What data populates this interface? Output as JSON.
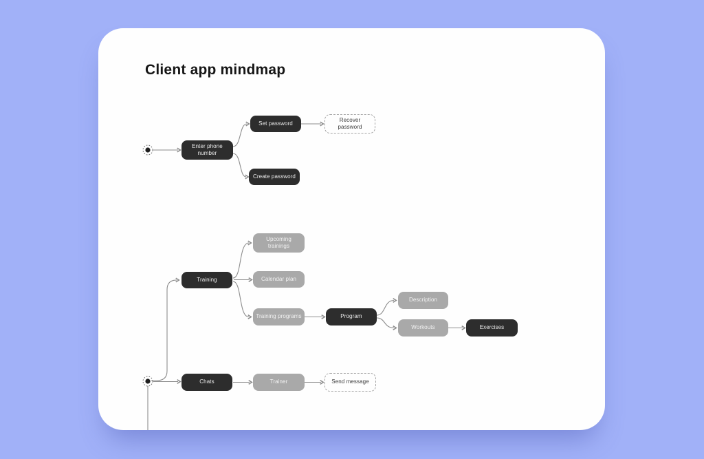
{
  "title": "Client app mindmap",
  "colors": {
    "background": "#a1b1f8",
    "card": "#fefefe",
    "title_text": "#151515",
    "node_dark_bg": "#2d2d2d",
    "node_dark_text": "#eaeaea",
    "node_gray_bg": "#a9a9a9",
    "node_gray_text": "#f2f2f2",
    "node_outline_border": "#a3a3a3",
    "node_outline_text": "#3a3a3a",
    "connector": "#8c8c8c"
  },
  "nodes": [
    {
      "id": "enter-phone-number",
      "label": "Enter phone number",
      "style": "dark"
    },
    {
      "id": "set-password",
      "label": "Set password",
      "style": "dark"
    },
    {
      "id": "recover-password",
      "label": "Recover password",
      "style": "outlined"
    },
    {
      "id": "create-password",
      "label": "Create password",
      "style": "dark"
    },
    {
      "id": "training",
      "label": "Training",
      "style": "dark"
    },
    {
      "id": "upcoming-trainings",
      "label": "Upcoming trainings",
      "style": "gray"
    },
    {
      "id": "calendar-plan",
      "label": "Calendar plan",
      "style": "gray"
    },
    {
      "id": "training-programs",
      "label": "Training programs",
      "style": "gray"
    },
    {
      "id": "program",
      "label": "Program",
      "style": "dark"
    },
    {
      "id": "description",
      "label": "Description",
      "style": "gray"
    },
    {
      "id": "workouts",
      "label": "Workouts",
      "style": "gray"
    },
    {
      "id": "exercises",
      "label": "Exercises",
      "style": "dark"
    },
    {
      "id": "chats",
      "label": "Chats",
      "style": "dark"
    },
    {
      "id": "trainer",
      "label": "Trainer",
      "style": "gray"
    },
    {
      "id": "send-message",
      "label": "Send message",
      "style": "outlined"
    }
  ],
  "start_markers": [
    {
      "id": "auth-start"
    },
    {
      "id": "main-start"
    }
  ],
  "edges": [
    {
      "from": "auth-start",
      "to": "enter-phone-number"
    },
    {
      "from": "enter-phone-number",
      "to": "set-password"
    },
    {
      "from": "enter-phone-number",
      "to": "create-password"
    },
    {
      "from": "set-password",
      "to": "recover-password"
    },
    {
      "from": "main-start",
      "to": "training"
    },
    {
      "from": "training",
      "to": "upcoming-trainings"
    },
    {
      "from": "training",
      "to": "calendar-plan"
    },
    {
      "from": "training",
      "to": "training-programs"
    },
    {
      "from": "training-programs",
      "to": "program"
    },
    {
      "from": "program",
      "to": "description"
    },
    {
      "from": "program",
      "to": "workouts"
    },
    {
      "from": "workouts",
      "to": "exercises"
    },
    {
      "from": "main-start",
      "to": "chats"
    },
    {
      "from": "chats",
      "to": "trainer"
    },
    {
      "from": "trainer",
      "to": "send-message"
    },
    {
      "from": "main-start",
      "to": "offscreen-below"
    }
  ]
}
